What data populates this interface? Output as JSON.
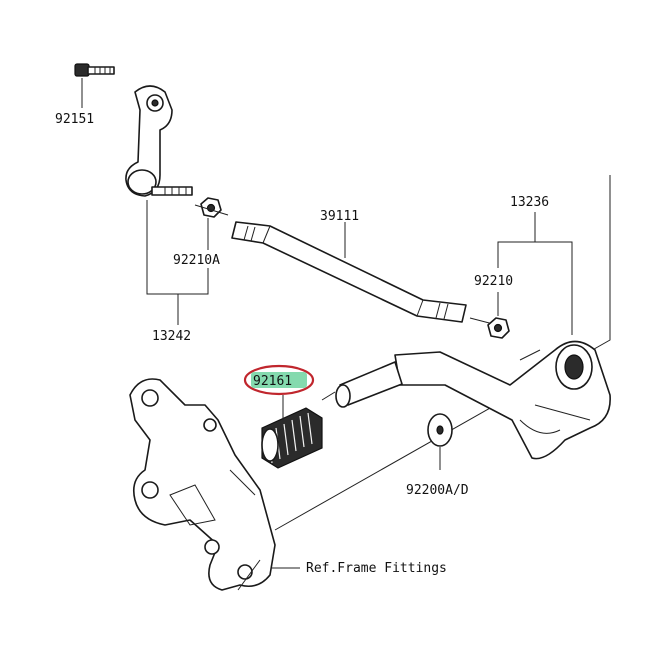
{
  "labels": {
    "bolt": "92151",
    "shift_arm_assy": "13242",
    "nut_left": "92210A",
    "shift_rod": "39111",
    "pedal_assy": "13236",
    "nut_right": "92210",
    "pedal_rubber": "92161",
    "washer": "92200A/D",
    "frame_ref": "Ref.Frame Fittings"
  },
  "colors": {
    "highlight_fill": "#6fd3a0",
    "highlight_ring": "#c0262d",
    "line": "#1a1a1a"
  }
}
